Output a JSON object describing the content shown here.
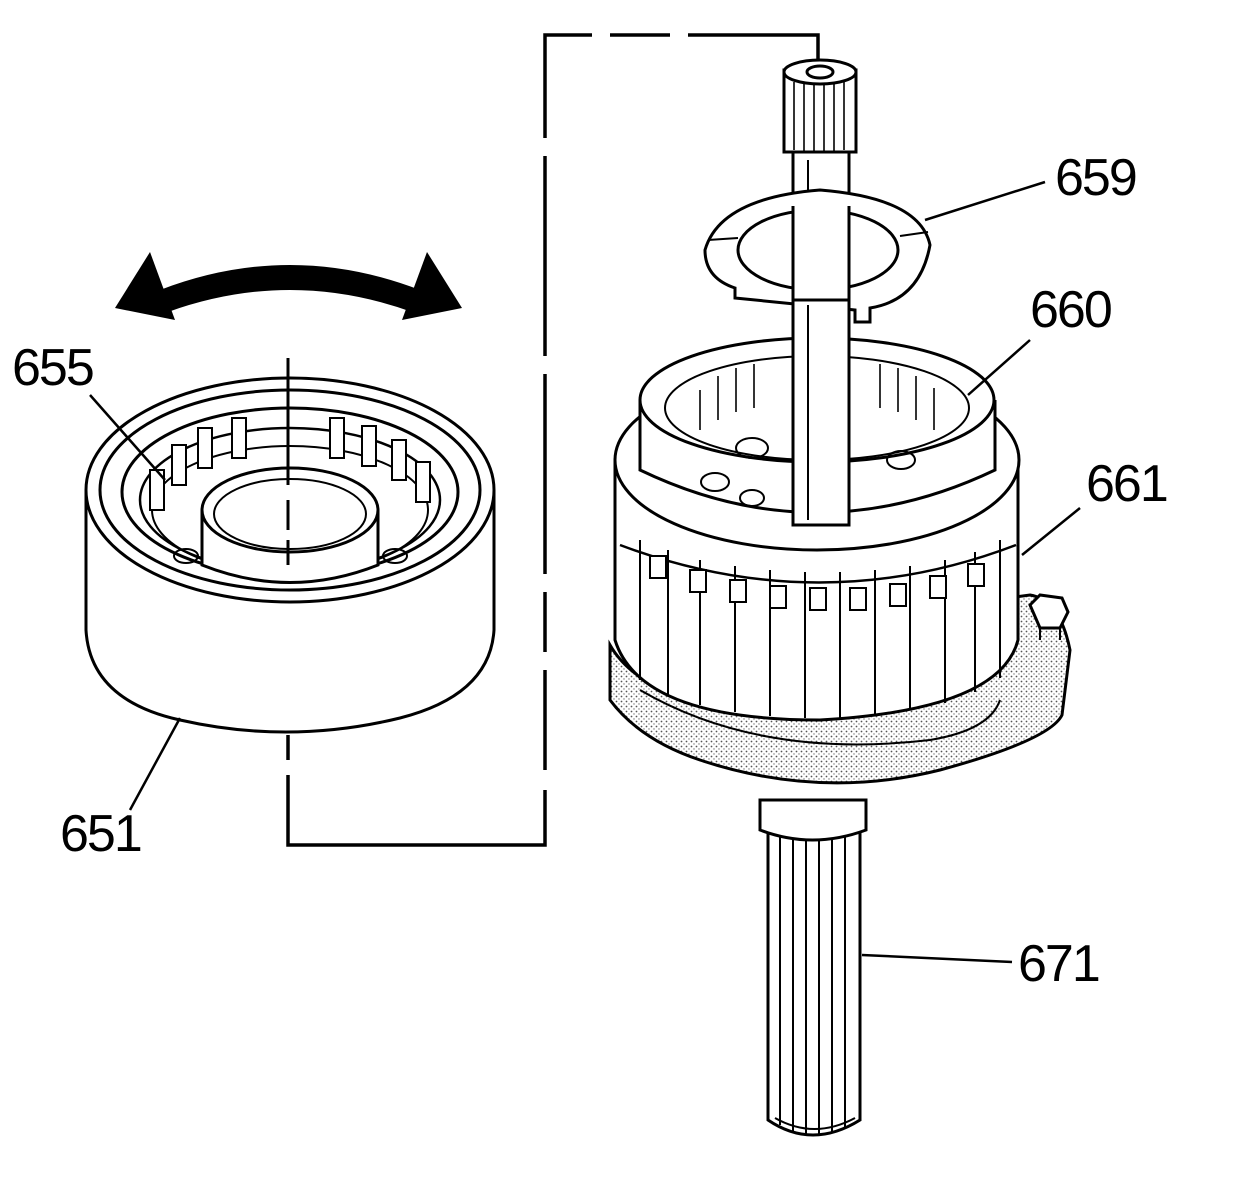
{
  "callouts": {
    "c655": "655",
    "c651": "651",
    "c659": "659",
    "c660": "660",
    "c661": "661",
    "c671": "671"
  },
  "icons": [
    "rotate-arrow-icon"
  ],
  "colors": {
    "line": "#000000",
    "hatch": "#d8d8d8",
    "background": "#ffffff"
  }
}
